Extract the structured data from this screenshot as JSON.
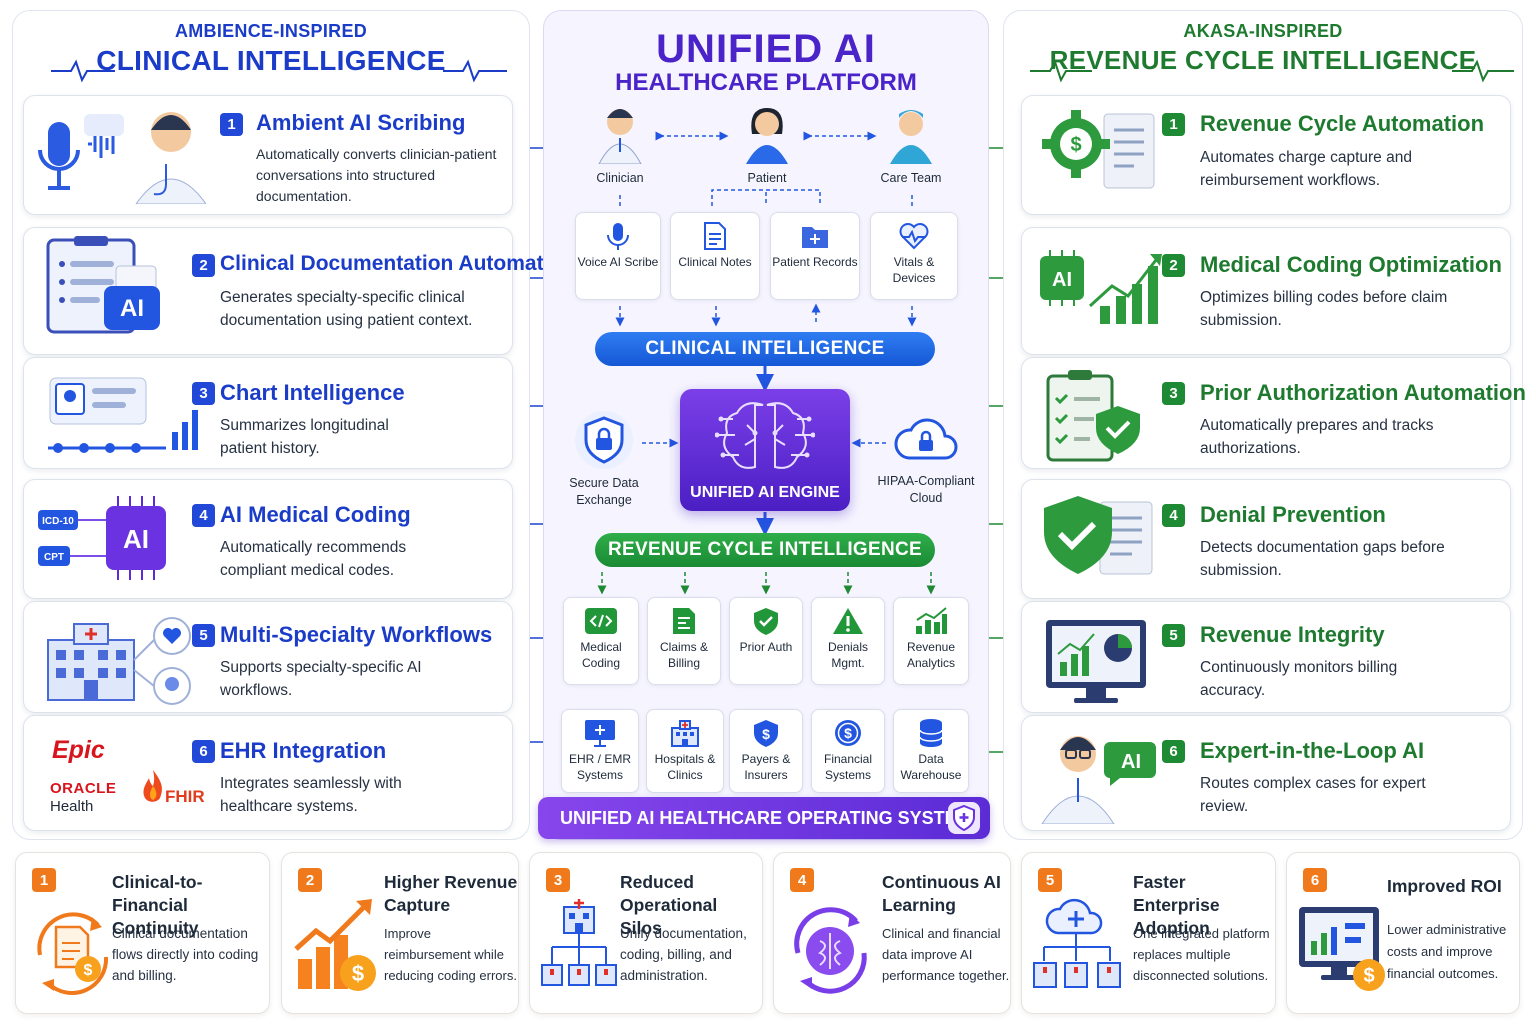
{
  "colors": {
    "left_accent": "#1b3cc8",
    "right_accent": "#1e7a2e",
    "center_accent": "#4a23c9",
    "bottom_accent": "#f07a1b"
  },
  "left": {
    "kicker": "AMBIENCE-INSPIRED",
    "heading": "CLINICAL INTELLIGENCE",
    "items": [
      {
        "num": "1",
        "title": "Ambient AI Scribing",
        "desc": "Automatically converts clinician-patient conversations into structured documentation.",
        "icon": "microphone-doctor-icon"
      },
      {
        "num": "2",
        "title": "Clinical Documentation Automation",
        "desc": "Generates specialty-specific clinical documentation using patient context.",
        "icon": "clipboard-ai-icon"
      },
      {
        "num": "3",
        "title": "Chart Intelligence",
        "desc": "Summarizes longitudinal patient history.",
        "icon": "chart-timeline-icon"
      },
      {
        "num": "4",
        "title": "AI Medical Coding",
        "desc": "Automatically recommends compliant medical codes.",
        "icon": "ai-chip-icon",
        "tags": [
          "ICD-10",
          "CPT"
        ]
      },
      {
        "num": "5",
        "title": "Multi-Specialty Workflows",
        "desc": "Supports specialty-specific AI workflows.",
        "icon": "hospital-network-icon"
      },
      {
        "num": "6",
        "title": "EHR Integration",
        "desc": "Integrates seamlessly with healthcare systems.",
        "icon": "ehr-logos-icon",
        "logos": {
          "epic": "Epic",
          "oracle": "ORACLE",
          "health": "Health",
          "fhir": "FHIR"
        }
      }
    ]
  },
  "center": {
    "title": "UNIFIED AI",
    "subtitle": "HEALTHCARE PLATFORM",
    "people": [
      {
        "label": "Clinician"
      },
      {
        "label": "Patient"
      },
      {
        "label": "Care Team"
      }
    ],
    "inputs": [
      {
        "label": "Voice AI Scribe",
        "icon": "microphone-icon"
      },
      {
        "label": "Clinical Notes",
        "icon": "notes-icon"
      },
      {
        "label": "Patient Records",
        "icon": "folder-icon"
      },
      {
        "label": "Vitals & Devices",
        "icon": "heart-pulse-icon"
      }
    ],
    "clinical_pill": "CLINICAL INTELLIGENCE",
    "secure_label": "Secure Data Exchange",
    "engine_label": "UNIFIED AI ENGINE",
    "cloud_label": "HIPAA-Compliant Cloud",
    "revenue_pill": "REVENUE CYCLE INTELLIGENCE",
    "revenue_modules": [
      {
        "label": "Medical Coding",
        "icon": "code-icon"
      },
      {
        "label": "Claims & Billing",
        "icon": "invoice-icon"
      },
      {
        "label": "Prior Auth",
        "icon": "shield-check-icon"
      },
      {
        "label": "Denials Mgmt.",
        "icon": "warning-icon"
      },
      {
        "label": "Revenue Analytics",
        "icon": "bar-chart-icon"
      }
    ],
    "systems": [
      {
        "label": "EHR / EMR Systems",
        "icon": "monitor-icon"
      },
      {
        "label": "Hospitals & Clinics",
        "icon": "hospital-icon"
      },
      {
        "label": "Payers & Insurers",
        "icon": "dollar-shield-icon"
      },
      {
        "label": "Financial Systems",
        "icon": "coin-icon"
      },
      {
        "label": "Data Warehouse",
        "icon": "database-icon"
      }
    ],
    "os_label": "UNIFIED AI HEALTHCARE OPERATING SYSTEM"
  },
  "right": {
    "kicker": "AKASA-INSPIRED",
    "heading": "REVENUE CYCLE INTELLIGENCE",
    "items": [
      {
        "num": "1",
        "title": "Revenue Cycle Automation",
        "desc": "Automates charge capture and reimbursement workflows.",
        "icon": "gear-dollar-icon"
      },
      {
        "num": "2",
        "title": "Medical Coding Optimization",
        "desc": "Optimizes billing codes before claim submission.",
        "icon": "ai-growth-icon"
      },
      {
        "num": "3",
        "title": "Prior Authorization Automation",
        "desc": "Automatically prepares and tracks authorizations.",
        "icon": "checklist-shield-icon"
      },
      {
        "num": "4",
        "title": "Denial Prevention",
        "desc": "Detects documentation gaps before submission.",
        "icon": "shield-document-icon"
      },
      {
        "num": "5",
        "title": "Revenue Integrity",
        "desc": "Continuously monitors billing accuracy.",
        "icon": "analytics-monitor-icon"
      },
      {
        "num": "6",
        "title": "Expert-in-the-Loop AI",
        "desc": "Routes complex cases for expert review.",
        "icon": "doctor-ai-icon",
        "badge": "AI"
      }
    ]
  },
  "benefits": [
    {
      "num": "1",
      "title": "Clinical-to-Financial Continuity",
      "desc": "Clinical documentation flows directly into coding and billing.",
      "icon": "cycle-document-icon"
    },
    {
      "num": "2",
      "title": "Higher Revenue Capture",
      "desc": "Improve reimbursement while reducing coding errors.",
      "icon": "growth-coin-icon"
    },
    {
      "num": "3",
      "title": "Reduced Operational Silos",
      "desc": "Unify documentation, coding, billing, and administration.",
      "icon": "hospital-network-icon"
    },
    {
      "num": "4",
      "title": "Continuous AI Learning",
      "desc": "Clinical and financial data improve AI performance together.",
      "icon": "brain-cycle-icon"
    },
    {
      "num": "5",
      "title": "Faster Enterprise Adoption",
      "desc": "One integrated platform replaces multiple disconnected solutions.",
      "icon": "cloud-hospitals-icon"
    },
    {
      "num": "6",
      "title": "Improved ROI",
      "desc": "Lower administrative costs and improve financial outcomes.",
      "icon": "monitor-coin-icon"
    }
  ]
}
